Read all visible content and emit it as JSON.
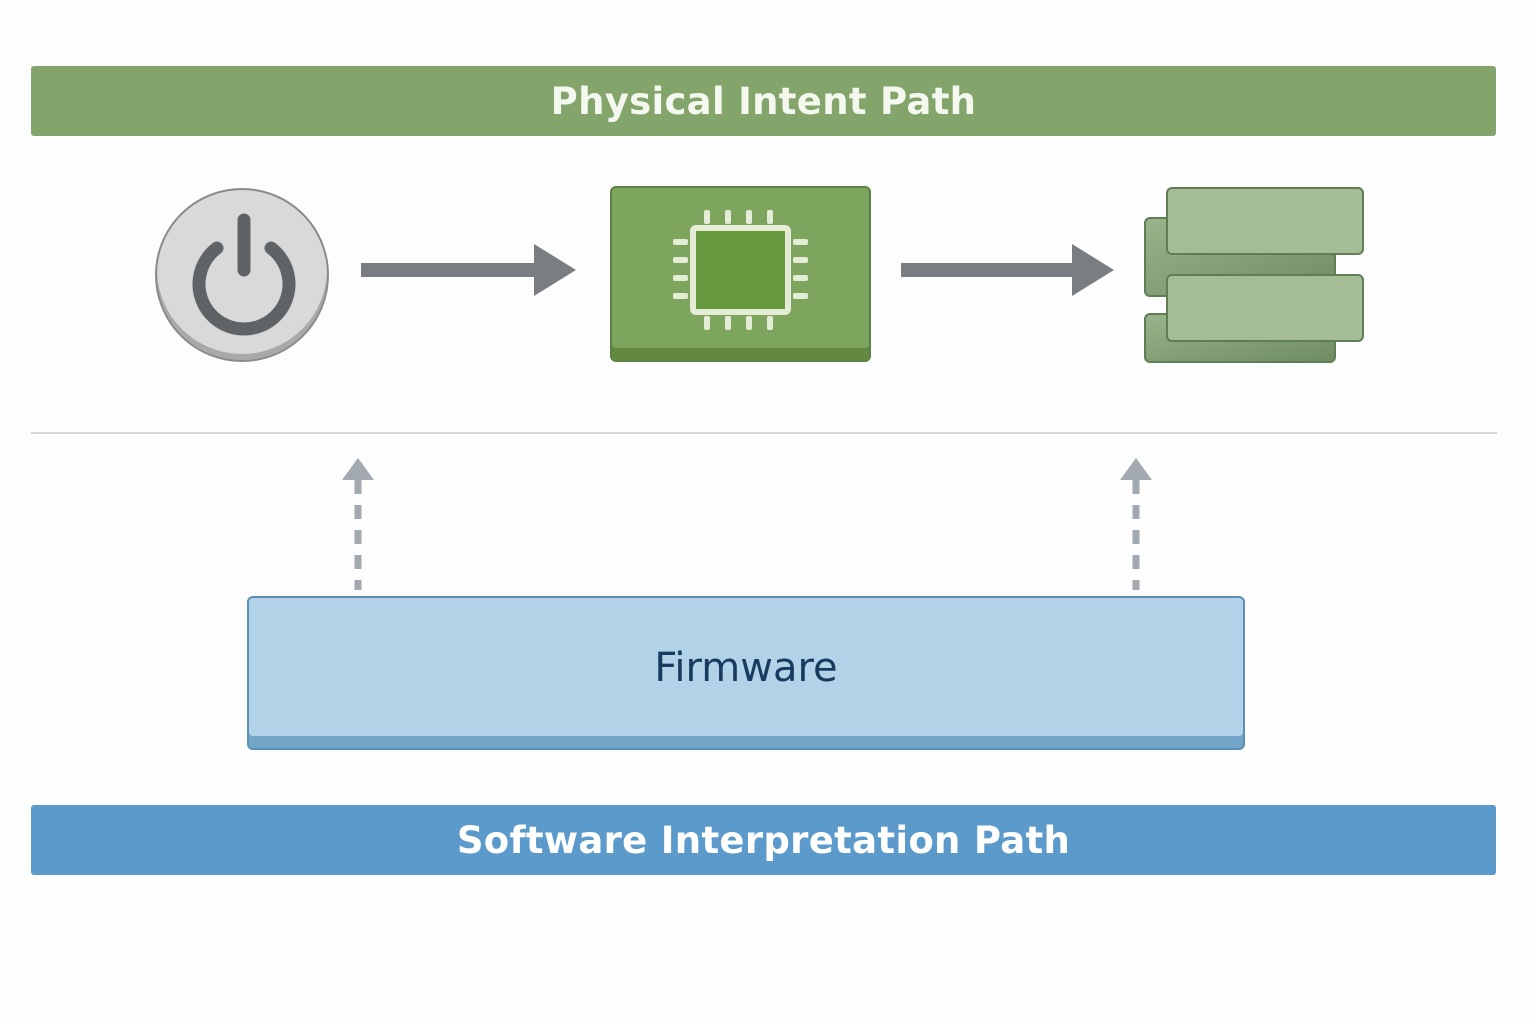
{
  "header": {
    "title": "Physical Intent Path"
  },
  "footer": {
    "title": "Software Interpretation Path"
  },
  "nodes": {
    "power_button": {
      "icon": "power-icon"
    },
    "processor": {
      "icon": "cpu-chip-icon"
    },
    "stacked_layers": {
      "icon": "stacked-layers-icon"
    },
    "firmware": {
      "label": "Firmware"
    }
  },
  "colors": {
    "physical_path": "#83a46b",
    "software_path": "#5b9acb",
    "firmware_fill": "#b2d2e8",
    "arrow_solid": "#7a7e82",
    "arrow_dashed": "#a3a9b0"
  }
}
